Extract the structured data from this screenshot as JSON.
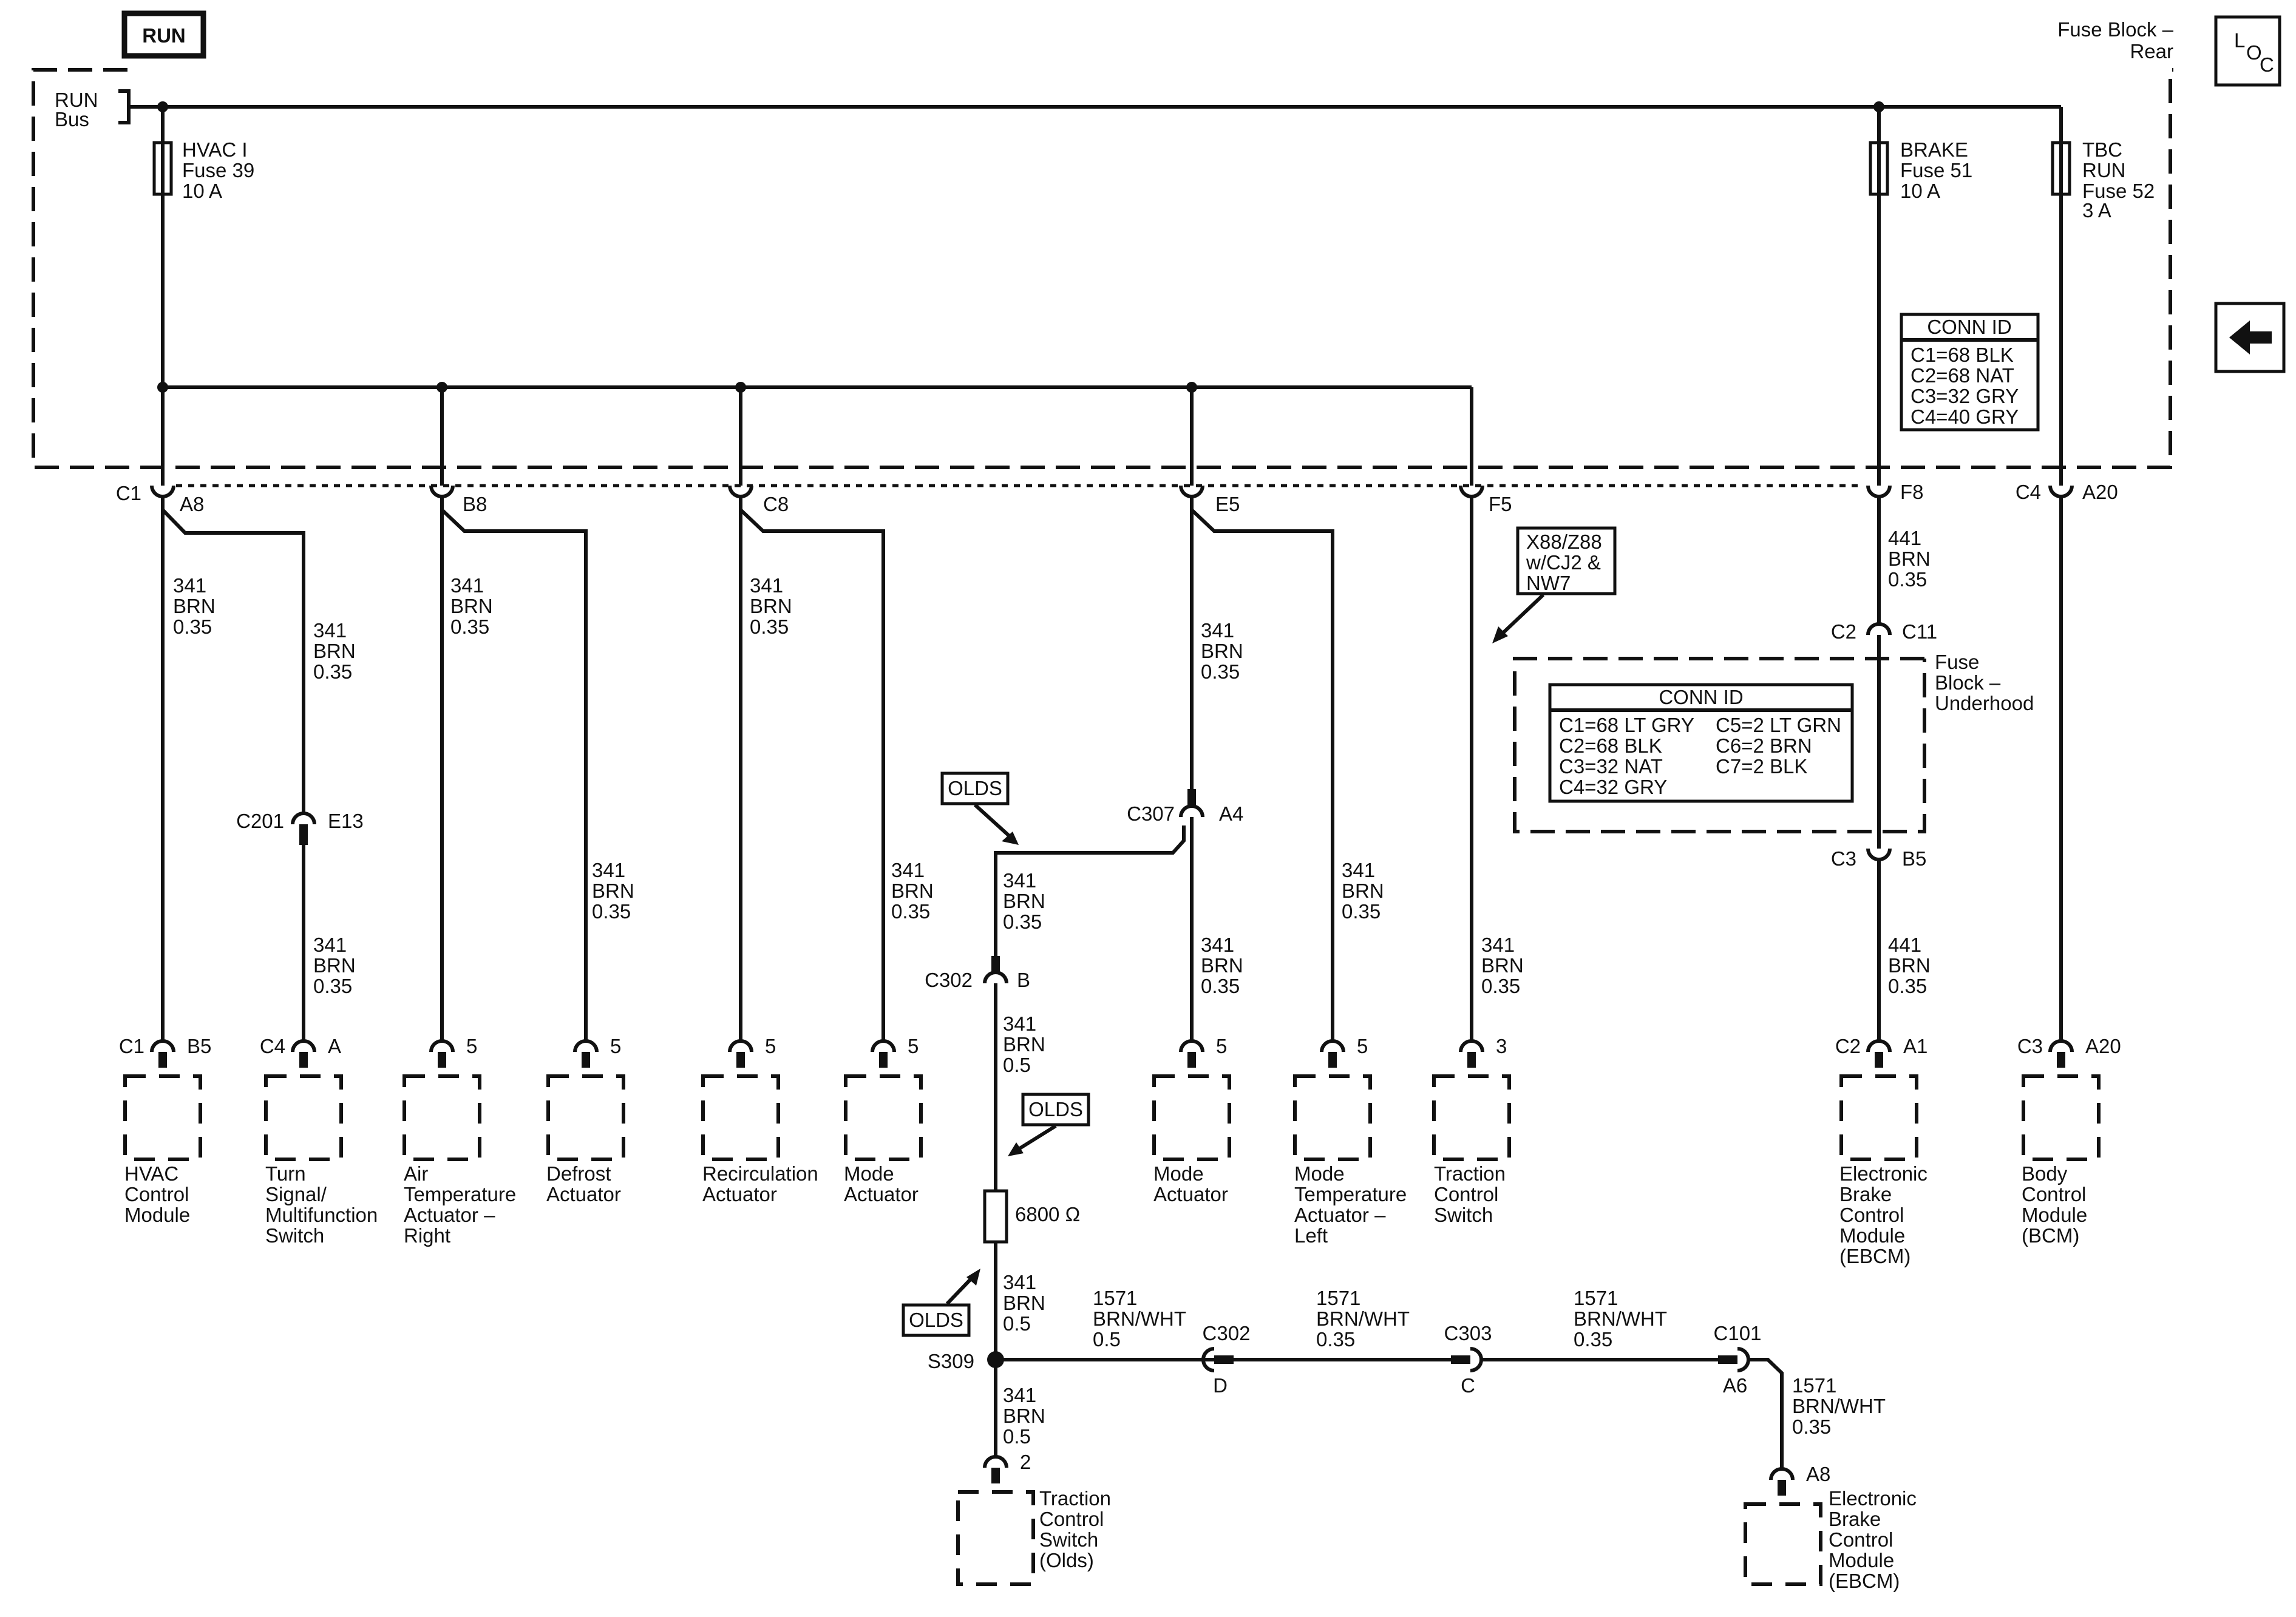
{
  "header": {
    "run_badge": "RUN",
    "fuse_block_title": [
      "Fuse Block –",
      "Rear"
    ],
    "loc_icon_letters": [
      "L",
      "O",
      "C"
    ],
    "back_arrow_icon": "left-arrow"
  },
  "fuse_block_rear": {
    "run_bus": [
      "RUN",
      "Bus"
    ],
    "fuses": [
      {
        "id": "hvac",
        "lines": [
          "HVAC I",
          "Fuse 39",
          "10 A"
        ]
      },
      {
        "id": "brake",
        "lines": [
          "BRAKE",
          "Fuse 51",
          "10 A"
        ]
      },
      {
        "id": "tbc",
        "lines": [
          "TBC",
          "RUN",
          "Fuse 52",
          "3 A"
        ]
      }
    ],
    "conn_id": {
      "title": "CONN ID",
      "rows": [
        "C1=68 BLK",
        "C2=68 NAT",
        "C3=32 GRY",
        "C4=40 GRY"
      ]
    }
  },
  "fuse_block_underhood": {
    "label": [
      "Fuse",
      "Block –",
      "Underhood"
    ],
    "conn_id": {
      "title": "CONN ID",
      "col1": [
        "C1=68 LT GRY",
        "C2=68 BLK",
        "C3=32 NAT",
        "C4=32 GRY"
      ],
      "col2": [
        "C5=2 LT GRN",
        "C6=2 BRN",
        "C7=2 BLK"
      ]
    }
  },
  "connectors": [
    {
      "name": "C1",
      "pin": "A8"
    },
    {
      "name": "",
      "pin": "B8"
    },
    {
      "name": "",
      "pin": "C8"
    },
    {
      "name": "",
      "pin": "E5"
    },
    {
      "name": "",
      "pin": "F5"
    },
    {
      "name": "",
      "pin": "F8"
    },
    {
      "name": "C4",
      "pin": "A20"
    },
    {
      "name": "C201",
      "pin": "E13"
    },
    {
      "name": "C307",
      "pin": "A4"
    },
    {
      "name": "C302",
      "pin": "B"
    },
    {
      "name": "C2",
      "pin": "C11"
    },
    {
      "name": "C3",
      "pin": "B5"
    },
    {
      "name": "C302",
      "pin": "D"
    },
    {
      "name": "C303",
      "pin": "C"
    },
    {
      "name": "C101",
      "pin": "A6"
    }
  ],
  "wire_labels": [
    [
      "341",
      "BRN",
      "0.35"
    ],
    [
      "441",
      "BRN",
      "0.35"
    ],
    [
      "341",
      "BRN",
      "0.5"
    ],
    [
      "1571",
      "BRN/WHT",
      "0.5"
    ],
    [
      "1571",
      "BRN/WHT",
      "0.35"
    ]
  ],
  "option_tags": {
    "x88": [
      "X88/Z88",
      "w/CJ2 &",
      "NW7"
    ],
    "olds": "OLDS"
  },
  "resistor": {
    "value": "6800",
    "unit": "Ω"
  },
  "splice": "S309",
  "components": [
    {
      "conn": "C1",
      "pin": "B5",
      "label": [
        "HVAC",
        "Control",
        "Module"
      ]
    },
    {
      "conn": "C4",
      "pin": "A",
      "label": [
        "Turn",
        "Signal/",
        "Multifunction",
        "Switch"
      ]
    },
    {
      "conn": "",
      "pin": "5",
      "label": [
        "Air",
        "Temperature",
        "Actuator –",
        "Right"
      ]
    },
    {
      "conn": "",
      "pin": "5",
      "label": [
        "Defrost",
        "Actuator"
      ]
    },
    {
      "conn": "",
      "pin": "5",
      "label": [
        "Recirculation",
        "Actuator"
      ]
    },
    {
      "conn": "",
      "pin": "5",
      "label": [
        "Mode",
        "Actuator"
      ]
    },
    {
      "conn": "",
      "pin": "5",
      "label": [
        "Mode",
        "Actuator"
      ]
    },
    {
      "conn": "",
      "pin": "5",
      "label": [
        "Mode",
        "Temperature",
        "Actuator –",
        "Left"
      ]
    },
    {
      "conn": "",
      "pin": "3",
      "label": [
        "Traction",
        "Control",
        "Switch"
      ]
    },
    {
      "conn": "C2",
      "pin": "A1",
      "label": [
        "Electronic",
        "Brake",
        "Control",
        "Module",
        "(EBCM)"
      ]
    },
    {
      "conn": "C3",
      "pin": "A20",
      "label": [
        "Body",
        "Control",
        "Module",
        "(BCM)"
      ]
    },
    {
      "conn": "",
      "pin": "2",
      "label": [
        "Traction",
        "Control",
        "Switch",
        "(Olds)"
      ]
    },
    {
      "conn": "",
      "pin": "A8",
      "label": [
        "Electronic",
        "Brake",
        "Control",
        "Module",
        "(EBCM)"
      ]
    }
  ]
}
